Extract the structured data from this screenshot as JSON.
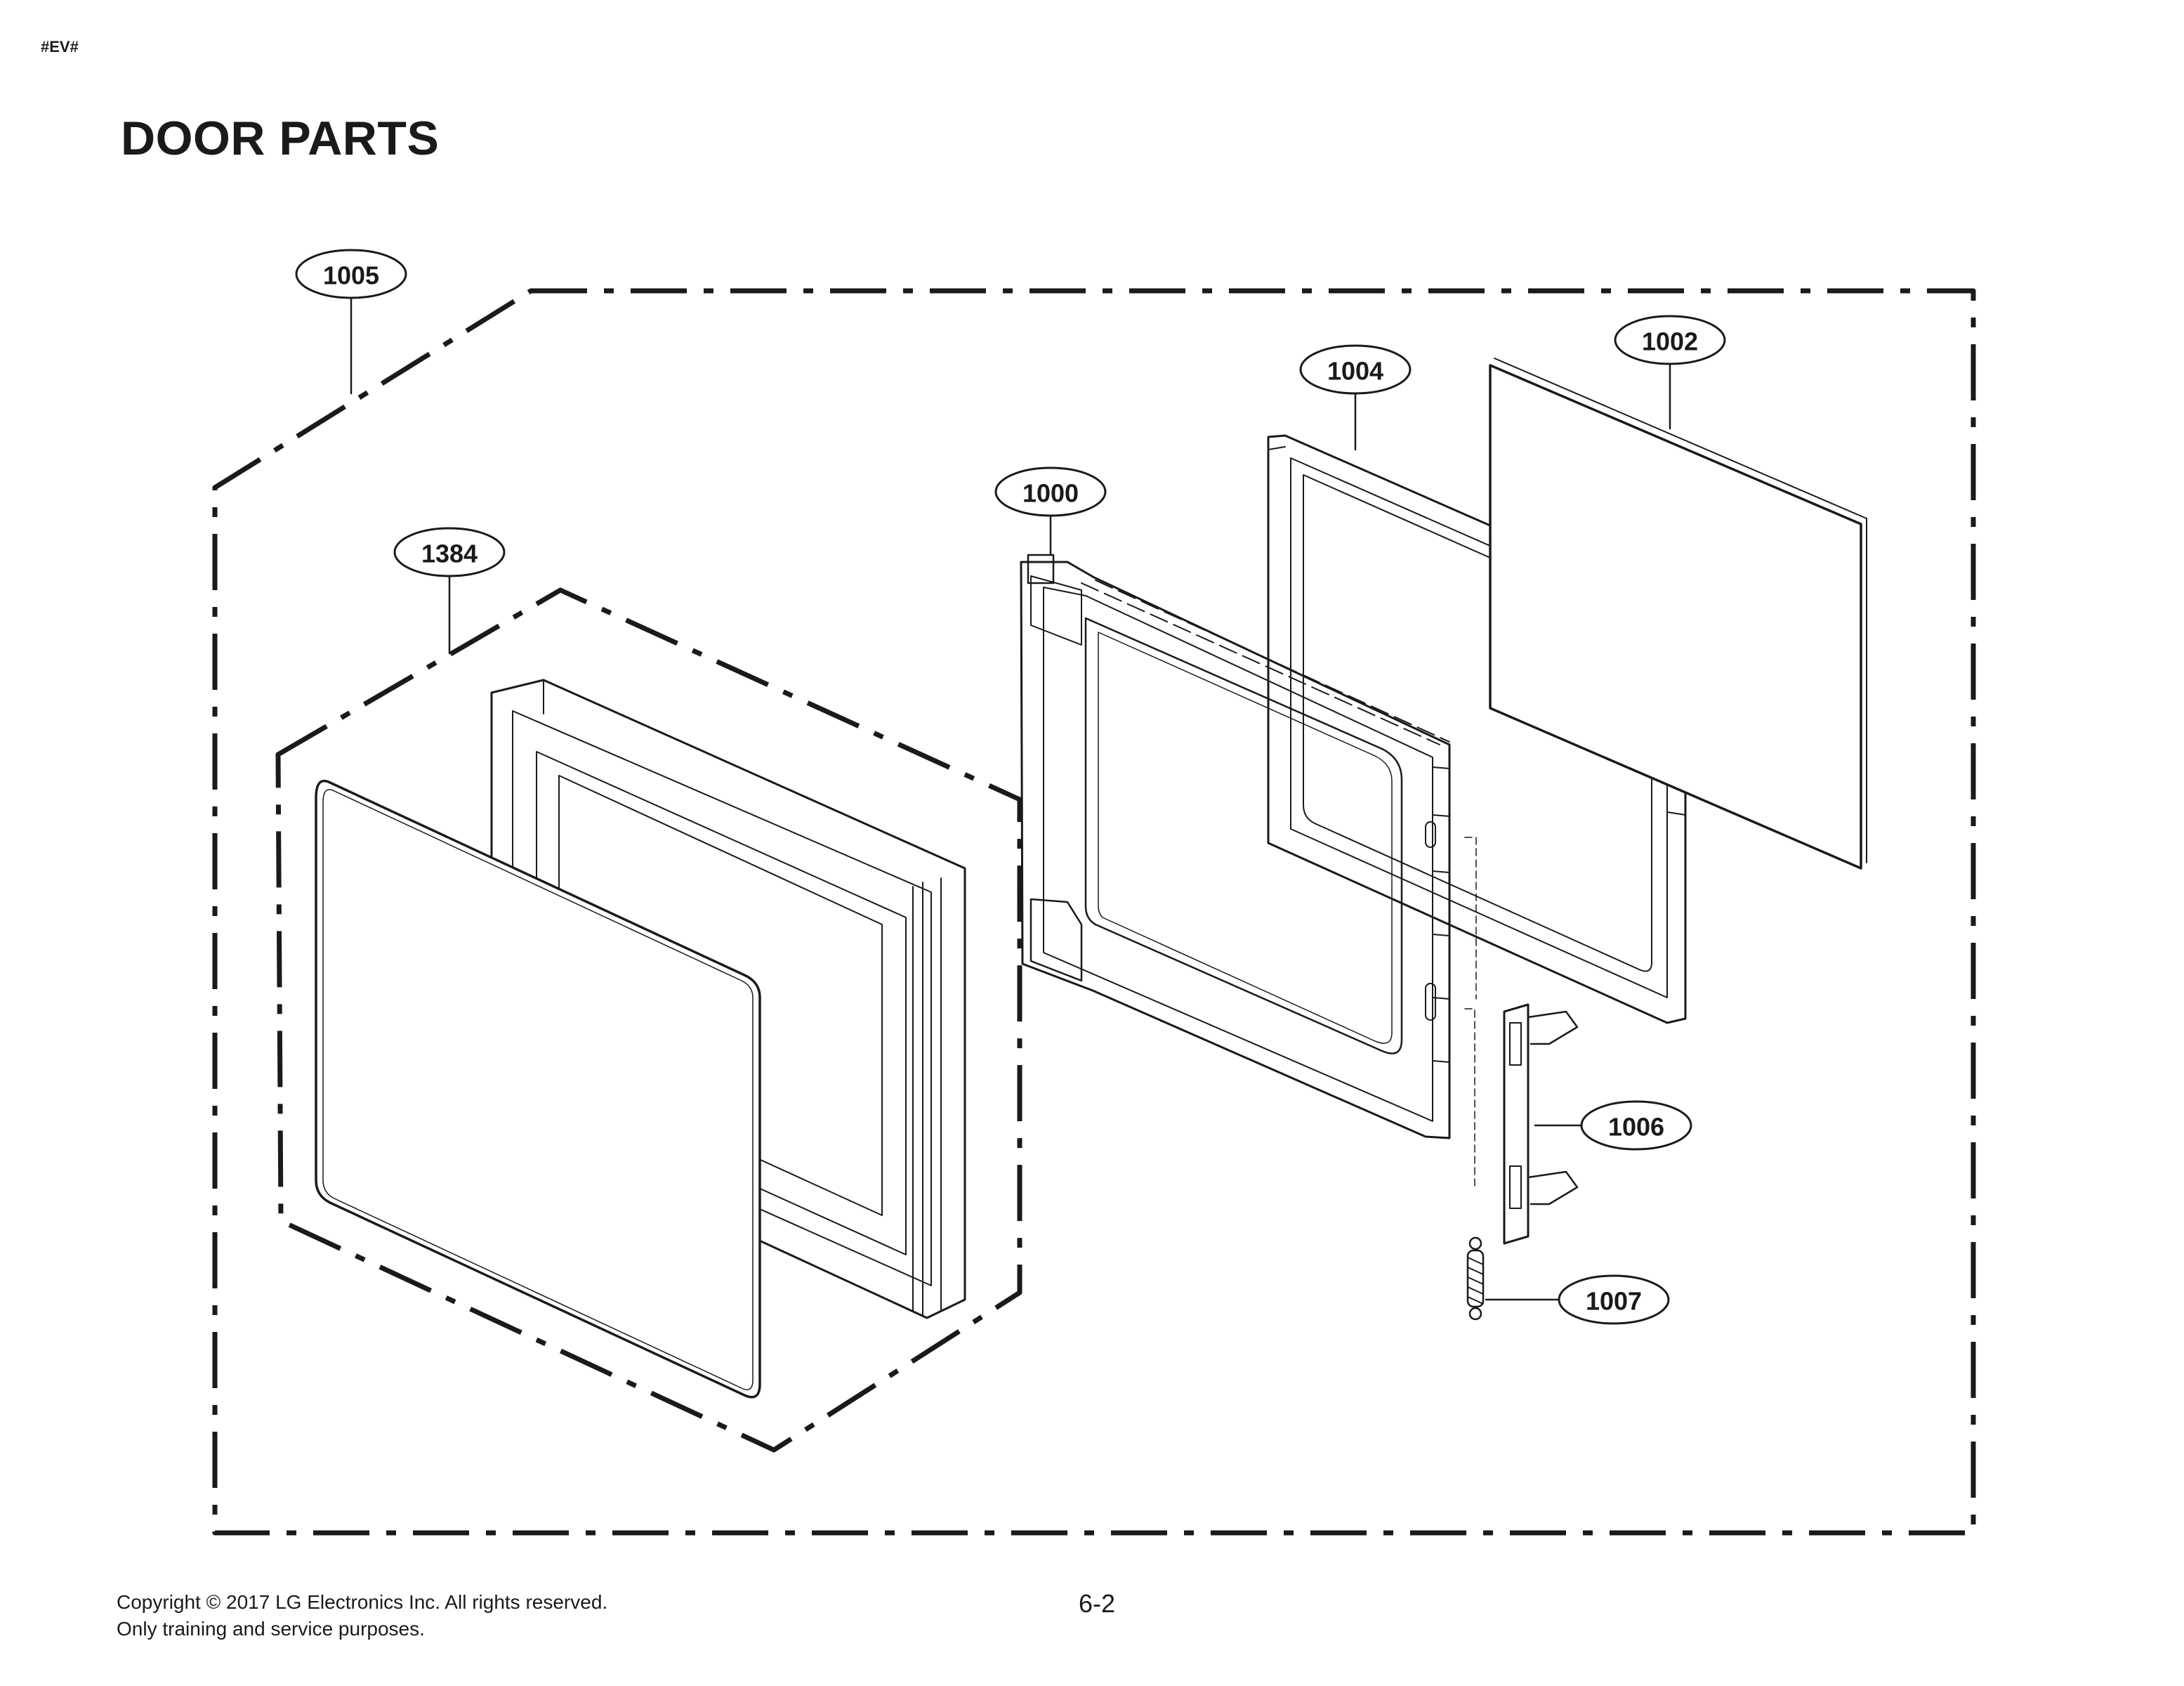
{
  "header_tag": "#EV#",
  "title": "DOOR PARTS",
  "callouts": {
    "c1005": "1005",
    "c1002": "1002",
    "c1004": "1004",
    "c1000": "1000",
    "c1384": "1384",
    "c1006": "1006",
    "c1007": "1007"
  },
  "footer": {
    "copyright": "Copyright © 2017 LG Electronics Inc. All rights reserved.",
    "usage": "Only training and service purposes.",
    "page_number": "6-2"
  },
  "colors": {
    "line": "#1a1a1a",
    "background": "#ffffff"
  }
}
